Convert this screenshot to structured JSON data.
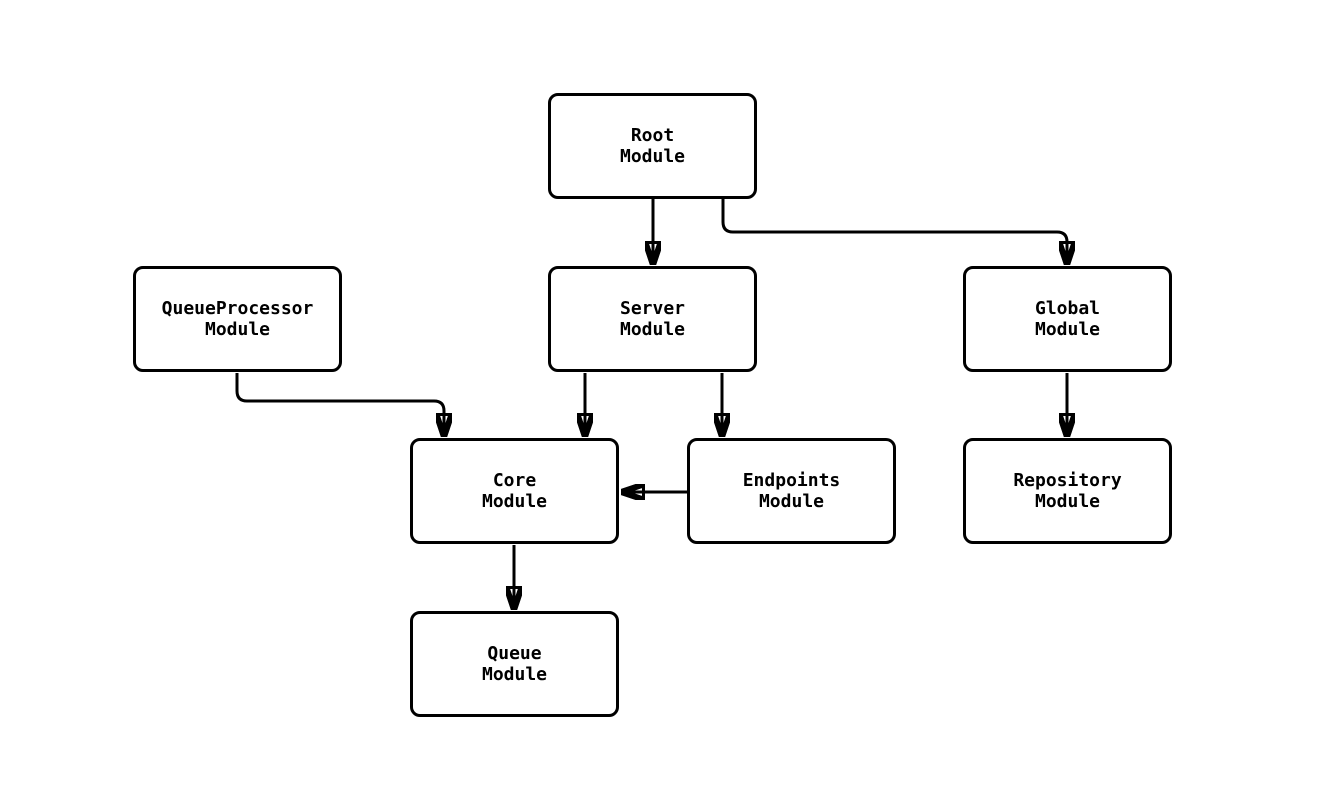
{
  "colors": {
    "background": "#ffffff",
    "node_fill": "#ffffff",
    "node_border": "#000000",
    "edge": "#000000",
    "text": "#000000"
  },
  "nodes": {
    "root": {
      "label": "Root\nModule"
    },
    "queueprocessor": {
      "label": "QueueProcessor\nModule"
    },
    "server": {
      "label": "Server\nModule"
    },
    "global": {
      "label": "Global\nModule"
    },
    "core": {
      "label": "Core\nModule"
    },
    "endpoints": {
      "label": "Endpoints\nModule"
    },
    "repository": {
      "label": "Repository\nModule"
    },
    "queue": {
      "label": "Queue\nModule"
    }
  },
  "edges": [
    {
      "from": "Root Module",
      "to": "Server Module"
    },
    {
      "from": "Root Module",
      "to": "Global Module"
    },
    {
      "from": "QueueProcessor Module",
      "to": "Core Module"
    },
    {
      "from": "Server Module",
      "to": "Core Module"
    },
    {
      "from": "Server Module",
      "to": "Endpoints Module"
    },
    {
      "from": "Endpoints Module",
      "to": "Core Module"
    },
    {
      "from": "Global Module",
      "to": "Repository Module"
    },
    {
      "from": "Core Module",
      "to": "Queue Module"
    }
  ]
}
